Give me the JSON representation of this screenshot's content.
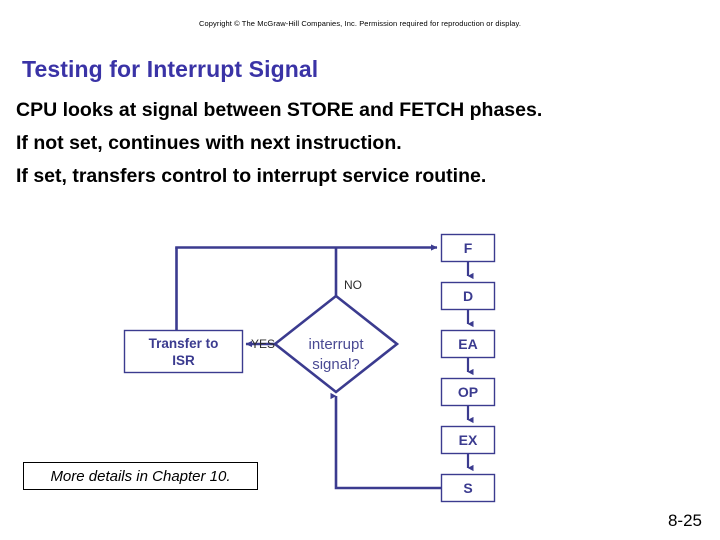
{
  "slide": {
    "copyright": "Copyright © The McGraw-Hill Companies, Inc. Permission required for reproduction or display.",
    "title": "Testing for Interrupt Signal",
    "body_lines": [
      "CPU looks at signal between STORE and FETCH phases.",
      "If not set, continues with next instruction.",
      "If set, transfers control to interrupt service routine."
    ],
    "note": "More details in Chapter 10.",
    "page_number": "8-25"
  },
  "colors": {
    "title_blue": "#3a33a6",
    "diagram_blue": "#3b3b8f",
    "text_black": "#000000",
    "background": "#ffffff"
  },
  "diagram": {
    "type": "flowchart",
    "stages": [
      {
        "id": "F",
        "label": "F"
      },
      {
        "id": "D",
        "label": "D"
      },
      {
        "id": "EA",
        "label": "EA"
      },
      {
        "id": "OP",
        "label": "OP"
      },
      {
        "id": "EX",
        "label": "EX"
      },
      {
        "id": "S",
        "label": "S"
      }
    ],
    "decision": {
      "label_line1": "interrupt",
      "label_line2": "signal?"
    },
    "action_box": {
      "label_line1": "Transfer to",
      "label_line2": "ISR"
    },
    "branches": [
      {
        "id": "no",
        "label": "NO"
      },
      {
        "id": "yes",
        "label": "YES"
      }
    ]
  }
}
